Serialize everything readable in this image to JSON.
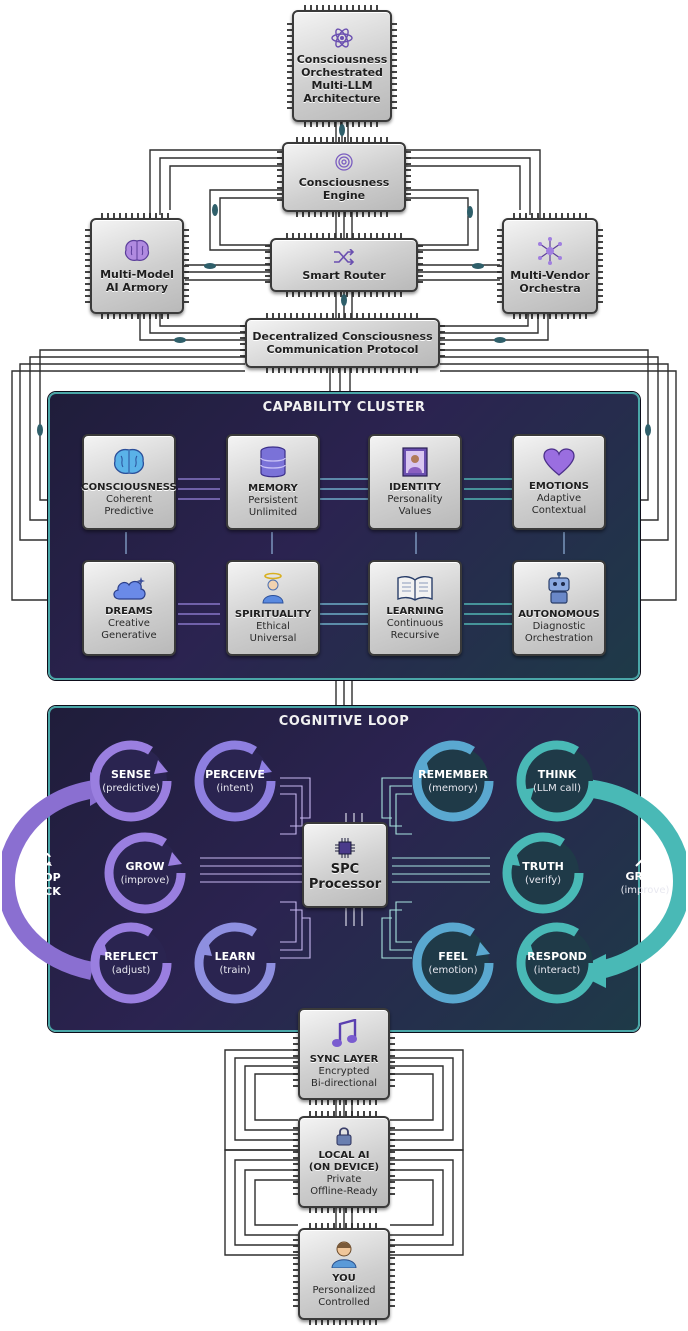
{
  "top_chip": {
    "lines": [
      "Consciousness",
      "Orchestrated",
      "Multi-LLM",
      "Architecture"
    ]
  },
  "engine_chip": {
    "lines": [
      "Consciousness",
      "Engine"
    ]
  },
  "router_chip": {
    "label": "Smart Router"
  },
  "armory_chip": {
    "lines": [
      "Multi-Model",
      "AI Armory"
    ]
  },
  "vendor_chip": {
    "lines": [
      "Multi-Vendor",
      "Orchestra"
    ]
  },
  "protocol_chip": {
    "lines": [
      "Decentralized Consciousness",
      "Communication Protocol"
    ]
  },
  "capability_cluster": {
    "title": "CAPABILITY CLUSTER",
    "chips": [
      {
        "title": "CONSCIOUSNESS",
        "line1": "Coherent",
        "line2": "Predictive",
        "icon": "brain-icon"
      },
      {
        "title": "MEMORY",
        "line1": "Persistent",
        "line2": "Unlimited",
        "icon": "database-icon"
      },
      {
        "title": "IDENTITY",
        "line1": "Personality",
        "line2": "Values",
        "icon": "portrait-icon"
      },
      {
        "title": "EMOTIONS",
        "line1": "Adaptive",
        "line2": "Contextual",
        "icon": "heart-icon"
      },
      {
        "title": "DREAMS",
        "line1": "Creative",
        "line2": "Generative",
        "icon": "cloud-icon"
      },
      {
        "title": "SPIRITUALITY",
        "line1": "Ethical",
        "line2": "Universal",
        "icon": "angel-icon"
      },
      {
        "title": "LEARNING",
        "line1": "Continuous",
        "line2": "Recursive",
        "icon": "book-icon"
      },
      {
        "title": "AUTONOMOUS",
        "line1": "Diagnostic",
        "line2": "Orchestration",
        "icon": "robot-icon"
      }
    ]
  },
  "cognitive_loop": {
    "title": "COGNITIVE LOOP",
    "left_nodes": [
      {
        "title": "SENSE",
        "sub": "(predictive)"
      },
      {
        "title": "PERCEIVE",
        "sub": "(intent)"
      },
      {
        "title": "GROW",
        "sub": "(improve)"
      },
      {
        "title": "REFLECT",
        "sub": "(adjust)"
      },
      {
        "title": "LEARN",
        "sub": "(train)"
      }
    ],
    "right_nodes": [
      {
        "title": "REMEMBER",
        "sub": "(memory)"
      },
      {
        "title": "THINK",
        "sub": "(LLM call)"
      },
      {
        "title": "TRUTH",
        "sub": "(verify)"
      },
      {
        "title": "FEEL",
        "sub": "(emotion)"
      },
      {
        "title": "RESPOND",
        "sub": "(interact)"
      }
    ],
    "loop_back": {
      "lines": [
        "LOOP",
        "BACK"
      ]
    },
    "grow_right": {
      "title": "GROW",
      "sub": "(improve)"
    },
    "processor": {
      "lines": [
        "SPC",
        "Processor"
      ]
    }
  },
  "sync_chip": {
    "title": "SYNC LAYER",
    "line1": "Encrypted",
    "line2": "Bi-directional",
    "icon": "music-note-icon"
  },
  "local_chip": {
    "title": "LOCAL AI",
    "title2": "(ON DEVICE)",
    "line1": "Private",
    "line2": "Offline-Ready",
    "icon": "lock-icon"
  },
  "you_chip": {
    "title": "YOU",
    "line1": "Personalized",
    "line2": "Controlled",
    "icon": "user-icon"
  },
  "colors": {
    "purple": "#8a6fd1",
    "teal": "#49b9b6",
    "panel_border": "#4aa7a8",
    "panel_dark": "#221f40"
  }
}
